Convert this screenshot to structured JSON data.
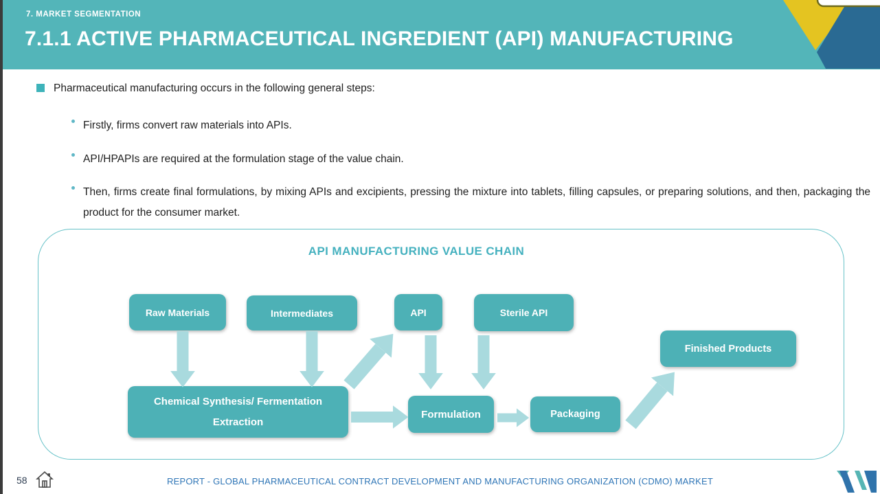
{
  "header": {
    "kicker": "7. MARKET SEGMENTATION",
    "title": "7.1.1 ACTIVE PHARMACEUTICAL INGREDIENT (API) MANUFACTURING"
  },
  "content": {
    "intro_bullet": "Pharmaceutical manufacturing occurs in the following general steps:",
    "sub_bullets": [
      "Firstly, firms convert raw materials into APIs.",
      "API/HPAPIs are required at the formulation stage of the value chain.",
      "Then, firms create final formulations, by mixing APIs and excipients, pressing the mixture into tablets, filling capsules, or preparing solutions, and then, packaging the product for the consumer market."
    ]
  },
  "diagram": {
    "title": "API MANUFACTURING VALUE CHAIN",
    "nodes": {
      "raw_materials": "Raw Materials",
      "intermediates": "Intermediates",
      "api": "API",
      "sterile_api": "Sterile API",
      "finished_products": "Finished Products",
      "chemical_synthesis_line1": "Chemical Synthesis/ Fermentation",
      "chemical_synthesis_line2": "Extraction",
      "formulation": "Formulation",
      "packaging": "Packaging"
    }
  },
  "footer": {
    "page_number": "58",
    "report_title": "REPORT - GLOBAL PHARMACEUTICAL CONTRACT DEVELOPMENT AND MANUFACTURING ORGANIZATION (CDMO) MARKET"
  },
  "icons": {
    "home": "home-icon",
    "logo": "brand-logo"
  },
  "colors": {
    "header_teal": "#53b5b9",
    "node_teal": "#4db1b6",
    "arrow_teal": "#a9dade",
    "diagram_border_teal": "#67c2c8",
    "diagram_title_teal": "#45b1bf",
    "accent_yellow": "#e4c421",
    "accent_blue": "#2a6a93",
    "footer_blue": "#2e75b6",
    "logo_blue": "#2f73ab",
    "logo_teal": "#56b5b4"
  }
}
